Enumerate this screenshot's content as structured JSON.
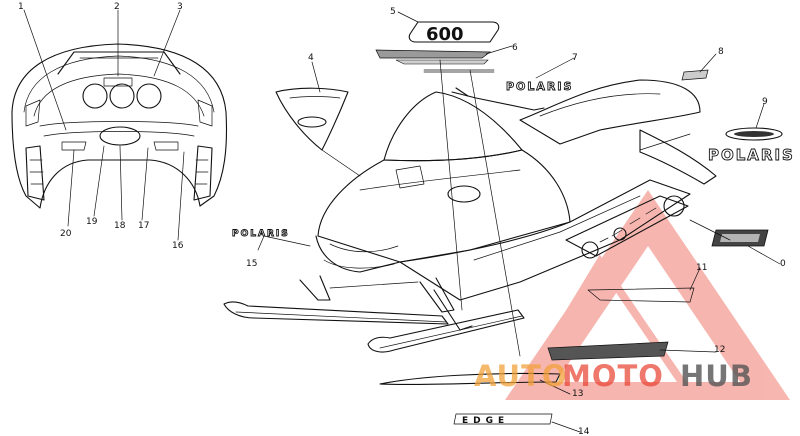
{
  "callouts": [
    {
      "label": "1"
    },
    {
      "label": "2"
    },
    {
      "label": "3"
    },
    {
      "label": "4"
    },
    {
      "label": "5"
    },
    {
      "label": "6"
    },
    {
      "label": "7"
    },
    {
      "label": "8"
    },
    {
      "label": "9"
    },
    {
      "label": "0"
    },
    {
      "label": "11"
    },
    {
      "label": "12"
    },
    {
      "label": "13"
    },
    {
      "label": "14"
    },
    {
      "label": "15"
    },
    {
      "label": "16"
    },
    {
      "label": "17"
    },
    {
      "label": "18"
    },
    {
      "label": "19"
    },
    {
      "label": "20"
    }
  ],
  "decals": {
    "brand_main": "POLARIS",
    "brand_side": "POLARIS",
    "brand_nose": "POLARIS",
    "model_600": "600",
    "edge": "EDGE"
  },
  "watermark": {
    "part1": "AUTO",
    "part2": "MOTO",
    "part3": "HUB",
    "color_red": "#e8402f",
    "color_orange": "#f2a23a",
    "color_gray": "#555555"
  }
}
